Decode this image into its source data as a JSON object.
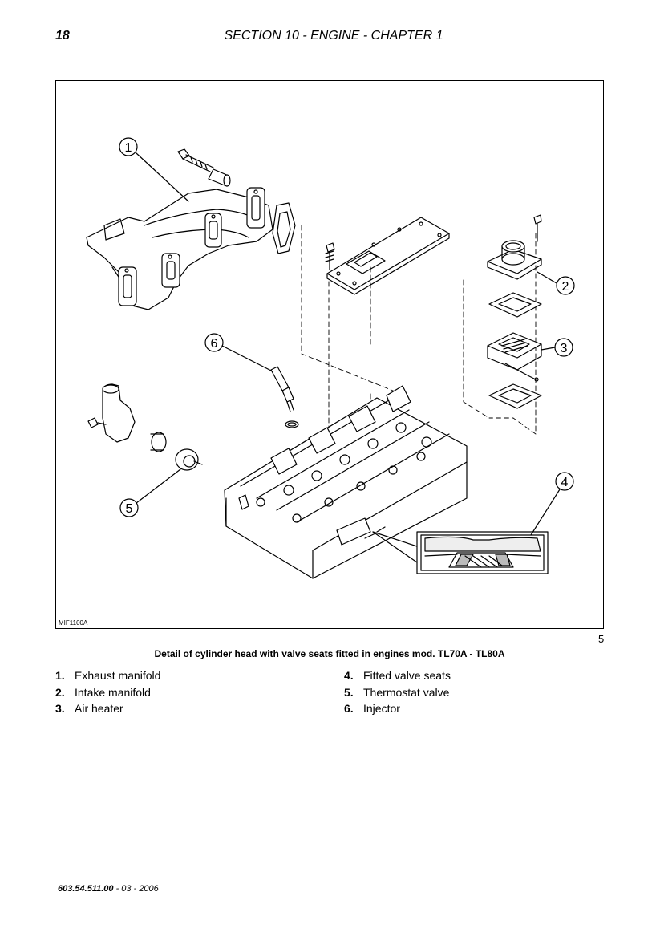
{
  "header": {
    "page_number": "18",
    "section_title": "SECTION 10 - ENGINE - CHAPTER 1"
  },
  "figure": {
    "code": "MIF1100A",
    "number": "5",
    "caption": "Detail of cylinder head with valve seats fitted in engines mod. TL70A - TL80A",
    "callouts": [
      "1",
      "2",
      "3",
      "4",
      "5",
      "6"
    ]
  },
  "legend": {
    "left": [
      {
        "num": "1.",
        "label": "Exhaust manifold"
      },
      {
        "num": "2.",
        "label": "Intake manifold"
      },
      {
        "num": "3.",
        "label": "Air heater"
      }
    ],
    "right": [
      {
        "num": "4.",
        "label": "Fitted valve seats"
      },
      {
        "num": "5.",
        "label": "Thermostat valve"
      },
      {
        "num": "6.",
        "label": "Injector"
      }
    ]
  },
  "footer": {
    "doc_number": "603.54.511.00",
    "date_part": " - 03 - 2006"
  }
}
